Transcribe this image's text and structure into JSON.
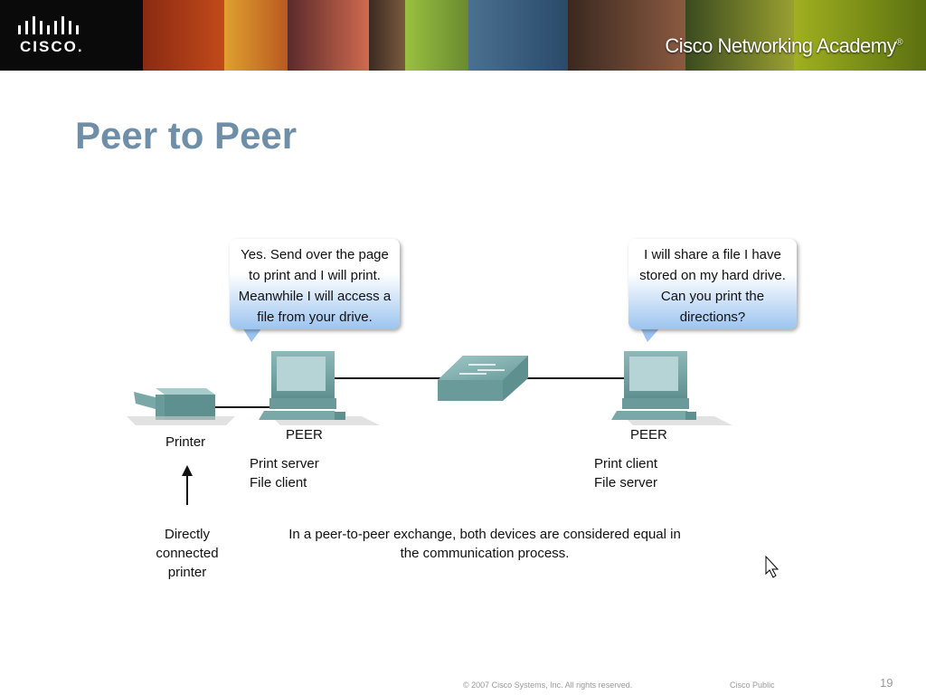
{
  "banner": {
    "logo_text": "CISCO.",
    "academy_text": "Cisco Networking Academy",
    "registered_mark": "®"
  },
  "title": "Peer to Peer",
  "diagram": {
    "bubble_left": [
      "Yes. Send over the page",
      "to print and I will print.",
      "Meanwhile I will access a",
      "file from your drive."
    ],
    "bubble_right": [
      "I will share a file I have",
      "stored on my hard drive.",
      "Can you print the",
      "directions?"
    ],
    "printer_label": "Printer",
    "peer_left_label": "PEER",
    "peer_right_label": "PEER",
    "peer_left_roles": [
      "Print server",
      "File client"
    ],
    "peer_right_roles": [
      "Print client",
      "File server"
    ],
    "direct_printer_note": [
      "Directly",
      "connected",
      "printer"
    ],
    "caption": [
      "In a peer-to-peer exchange, both devices are considered equal in",
      "the communication process."
    ]
  },
  "footer": {
    "copyright": "© 2007 Cisco Systems, Inc. All rights reserved.",
    "classification": "Cisco Public",
    "page_number": "19"
  }
}
